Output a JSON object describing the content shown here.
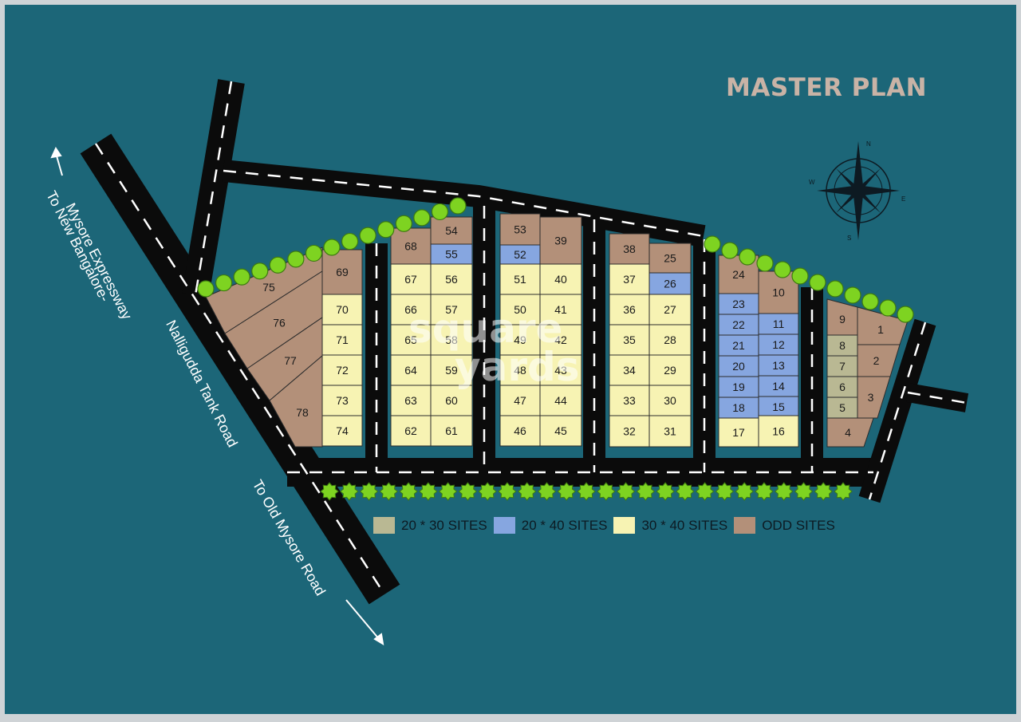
{
  "title": "MASTER PLAN",
  "watermark": {
    "line1": "square",
    "line2": "yards"
  },
  "compass": {
    "n": "N",
    "s": "S",
    "e": "E",
    "w": "W"
  },
  "roads": {
    "expressway": {
      "line1": "To New Bangalore-",
      "line2": "Mysore Expressway"
    },
    "tank_road": "Nalligudda Tank Road",
    "old_mysore": "To Old Mysore Road"
  },
  "colors": {
    "background": "#1c6678",
    "road": "#0b0b0b",
    "site_20x30": "#b9b893",
    "site_20x40": "#86a6e0",
    "site_30x40": "#f7f3b3",
    "site_odd": "#b39079",
    "tree": "#7ed321"
  },
  "legend": [
    {
      "label": "20 * 30 SITES",
      "color": "#b9b893"
    },
    {
      "label": "20 * 40 SITES",
      "color": "#86a6e0"
    },
    {
      "label": "30 * 40 SITES",
      "color": "#f7f3b3"
    },
    {
      "label": "ODD SITES",
      "color": "#b39079"
    }
  ],
  "plots": [
    {
      "id": "1",
      "type": "odd"
    },
    {
      "id": "2",
      "type": "odd"
    },
    {
      "id": "3",
      "type": "odd"
    },
    {
      "id": "4",
      "type": "odd"
    },
    {
      "id": "5",
      "type": "20x30"
    },
    {
      "id": "6",
      "type": "20x30"
    },
    {
      "id": "7",
      "type": "20x30"
    },
    {
      "id": "8",
      "type": "20x30"
    },
    {
      "id": "9",
      "type": "odd"
    },
    {
      "id": "10",
      "type": "odd"
    },
    {
      "id": "11",
      "type": "20x40"
    },
    {
      "id": "12",
      "type": "20x40"
    },
    {
      "id": "13",
      "type": "20x40"
    },
    {
      "id": "14",
      "type": "20x40"
    },
    {
      "id": "15",
      "type": "20x40"
    },
    {
      "id": "16",
      "type": "30x40"
    },
    {
      "id": "17",
      "type": "30x40"
    },
    {
      "id": "18",
      "type": "20x40"
    },
    {
      "id": "19",
      "type": "20x40"
    },
    {
      "id": "20",
      "type": "20x40"
    },
    {
      "id": "21",
      "type": "20x40"
    },
    {
      "id": "22",
      "type": "20x40"
    },
    {
      "id": "23",
      "type": "20x40"
    },
    {
      "id": "24",
      "type": "odd"
    },
    {
      "id": "25",
      "type": "odd"
    },
    {
      "id": "26",
      "type": "20x40"
    },
    {
      "id": "27",
      "type": "30x40"
    },
    {
      "id": "28",
      "type": "30x40"
    },
    {
      "id": "29",
      "type": "30x40"
    },
    {
      "id": "30",
      "type": "30x40"
    },
    {
      "id": "31",
      "type": "30x40"
    },
    {
      "id": "32",
      "type": "30x40"
    },
    {
      "id": "33",
      "type": "30x40"
    },
    {
      "id": "34",
      "type": "30x40"
    },
    {
      "id": "35",
      "type": "30x40"
    },
    {
      "id": "36",
      "type": "30x40"
    },
    {
      "id": "37",
      "type": "30x40"
    },
    {
      "id": "38",
      "type": "odd"
    },
    {
      "id": "39",
      "type": "odd"
    },
    {
      "id": "40",
      "type": "30x40"
    },
    {
      "id": "41",
      "type": "30x40"
    },
    {
      "id": "42",
      "type": "30x40"
    },
    {
      "id": "43",
      "type": "30x40"
    },
    {
      "id": "44",
      "type": "30x40"
    },
    {
      "id": "45",
      "type": "30x40"
    },
    {
      "id": "46",
      "type": "30x40"
    },
    {
      "id": "47",
      "type": "30x40"
    },
    {
      "id": "48",
      "type": "30x40"
    },
    {
      "id": "49",
      "type": "30x40"
    },
    {
      "id": "50",
      "type": "30x40"
    },
    {
      "id": "51",
      "type": "30x40"
    },
    {
      "id": "52",
      "type": "20x40"
    },
    {
      "id": "53",
      "type": "odd"
    },
    {
      "id": "54",
      "type": "odd"
    },
    {
      "id": "55",
      "type": "20x40"
    },
    {
      "id": "56",
      "type": "30x40"
    },
    {
      "id": "57",
      "type": "30x40"
    },
    {
      "id": "58",
      "type": "30x40"
    },
    {
      "id": "59",
      "type": "30x40"
    },
    {
      "id": "60",
      "type": "30x40"
    },
    {
      "id": "61",
      "type": "30x40"
    },
    {
      "id": "62",
      "type": "30x40"
    },
    {
      "id": "63",
      "type": "30x40"
    },
    {
      "id": "64",
      "type": "30x40"
    },
    {
      "id": "65",
      "type": "30x40"
    },
    {
      "id": "66",
      "type": "30x40"
    },
    {
      "id": "67",
      "type": "30x40"
    },
    {
      "id": "68",
      "type": "odd"
    },
    {
      "id": "69",
      "type": "odd"
    },
    {
      "id": "70",
      "type": "30x40"
    },
    {
      "id": "71",
      "type": "30x40"
    },
    {
      "id": "72",
      "type": "30x40"
    },
    {
      "id": "73",
      "type": "30x40"
    },
    {
      "id": "74",
      "type": "30x40"
    },
    {
      "id": "75",
      "type": "odd"
    },
    {
      "id": "76",
      "type": "odd"
    },
    {
      "id": "77",
      "type": "odd"
    },
    {
      "id": "78",
      "type": "odd"
    }
  ]
}
